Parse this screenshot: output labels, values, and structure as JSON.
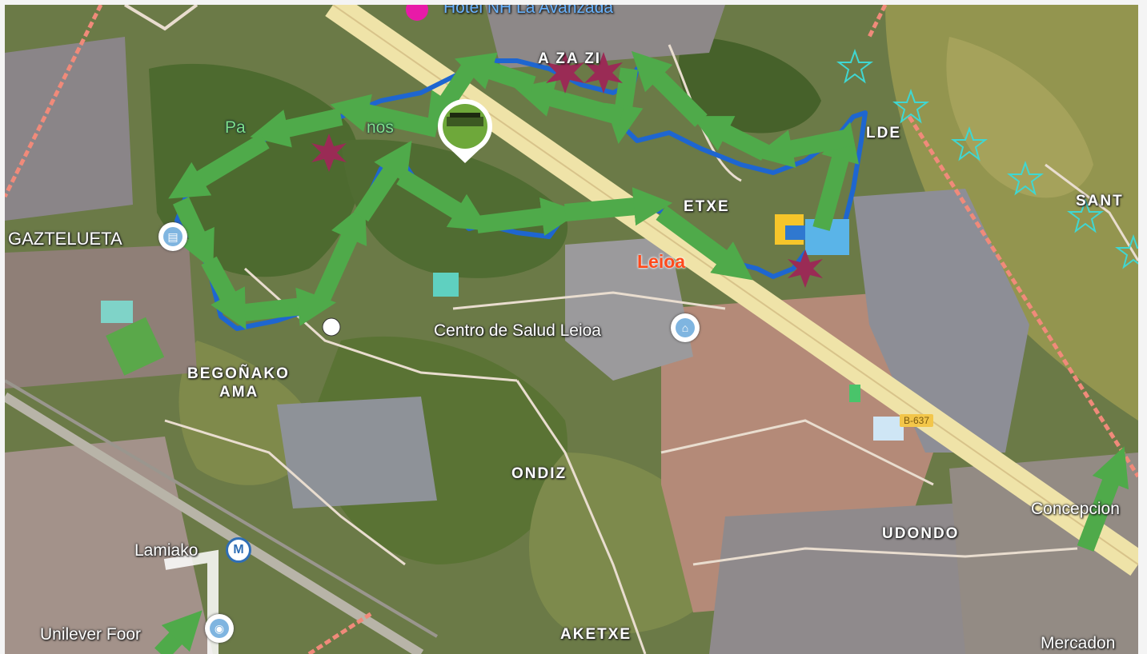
{
  "map": {
    "labels": {
      "gaztelueta": "GAZTELUETA",
      "begonako_line1": "BEGOÑAKO",
      "begonako_line2": "AMA",
      "ondiz": "ONDIZ",
      "udondo": "UDONDO",
      "aketxe": "AKETXE",
      "etxe": "ETXE",
      "lde": "LDE",
      "sant": "SANT",
      "leioa": "Leioa",
      "centro_salud": "Centro de Salud Leioa",
      "lamiako": "Lamiako",
      "unilever": "Unilever Foor",
      "concepcion": "Concepcion",
      "mercadon": "Mercadon",
      "hotel": "Hotel NH La Avanzada",
      "park_pa": "Pa",
      "park_nos": "nos",
      "altzaga_partial": "A  ZA  ZI",
      "road_b": "B-637"
    },
    "icons": {
      "route": "green-arrow-route",
      "track": "blue-track-line",
      "waypoints": "maroon-star-icon",
      "favorites": "cyan-star-icon",
      "poi_pin": "blue-circle-pin-icon",
      "metro": "metro-m-icon"
    },
    "colors": {
      "route": "#4faa4a",
      "track": "#1e66d0",
      "waypoint": "#9a2b55",
      "favorite": "#3fd7d2",
      "town_label": "#ff4a1c",
      "road": "#efe3a8"
    },
    "metro_symbol": "M"
  }
}
